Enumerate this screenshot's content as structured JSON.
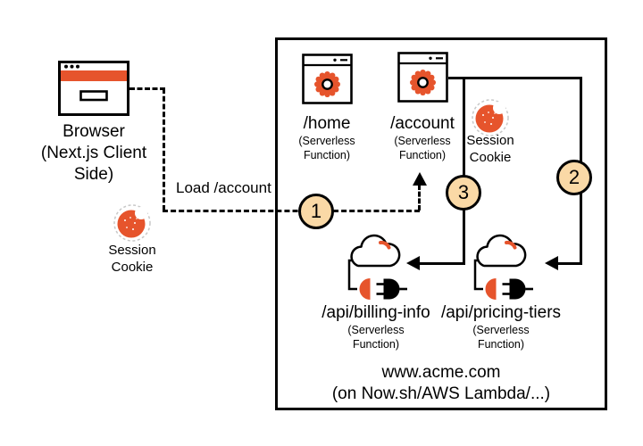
{
  "colors": {
    "accent": "#E6542C",
    "step_fill": "#FAD9A6",
    "line": "#000000",
    "cookie_ring": "#C8C8C8"
  },
  "icons": {
    "browser": "browser-window-icon",
    "serverless_page": "gear-window-icon",
    "cookie": "bitten-cookie-icon",
    "api_function": "cloud-plug-icon",
    "arrows": [
      "arrow-up-icon",
      "arrow-left-icon"
    ]
  },
  "browser": {
    "label": "Browser\n(Next.js Client\nSide)"
  },
  "outer_cookie": {
    "label": "Session\nCookie"
  },
  "edge": {
    "label": "Load /account"
  },
  "steps": [
    "1",
    "2",
    "3"
  ],
  "box": {
    "home": {
      "title": "/home",
      "subtitle": "(Serverless\nFunction)"
    },
    "account": {
      "title": "/account",
      "subtitle": "(Serverless\nFunction)"
    },
    "inner_cookie": {
      "label": "Session\nCookie"
    },
    "billing": {
      "title": "/api/billing-info",
      "subtitle": "(Serverless\nFunction)"
    },
    "pricing": {
      "title": "/api/pricing-tiers",
      "subtitle": "(Serverless\nFunction)"
    },
    "footer": "www.acme.com\n(on Now.sh/AWS Lambda/...)"
  }
}
